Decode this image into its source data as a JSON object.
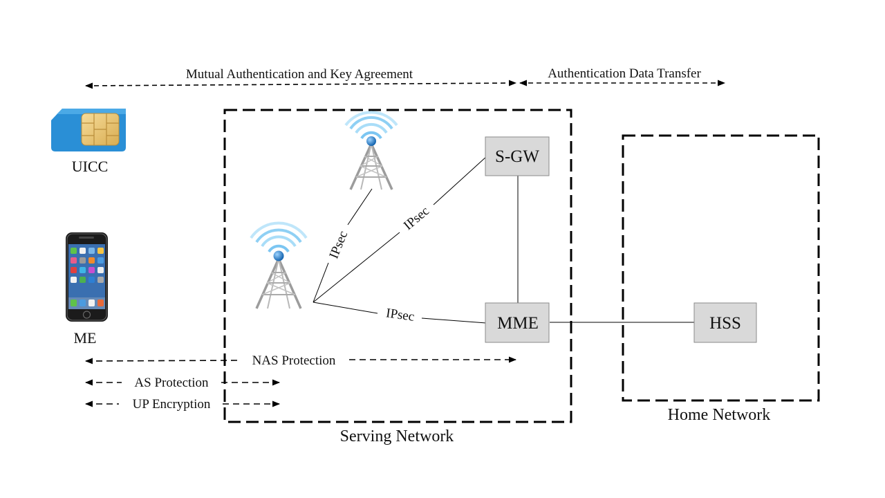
{
  "labels": {
    "top_left": "Mutual Authentication and Key Agreement",
    "top_right": "Authentication Data Transfer",
    "nas": "NAS Protection",
    "as": "AS Protection",
    "up": "UP Encryption",
    "serving_network": "Serving Network",
    "home_network": "Home Network",
    "uicc": "UICC",
    "me": "ME"
  },
  "nodes": {
    "sgw": "S-GW",
    "mme": "MME",
    "hss": "HSS"
  },
  "links": {
    "ipsec_tower": "IPsec",
    "ipsec_sgw": "IPsec",
    "ipsec_mme": "IPsec"
  },
  "icons": [
    "sim-card-icon",
    "smartphone-icon",
    "cell-tower-icon"
  ],
  "colors": {
    "box_fill": "#d9d9d9",
    "signal_blue": "#2f8fd8",
    "sim_blue": "#2a8fd6",
    "sim_chip": "#e8c676"
  }
}
